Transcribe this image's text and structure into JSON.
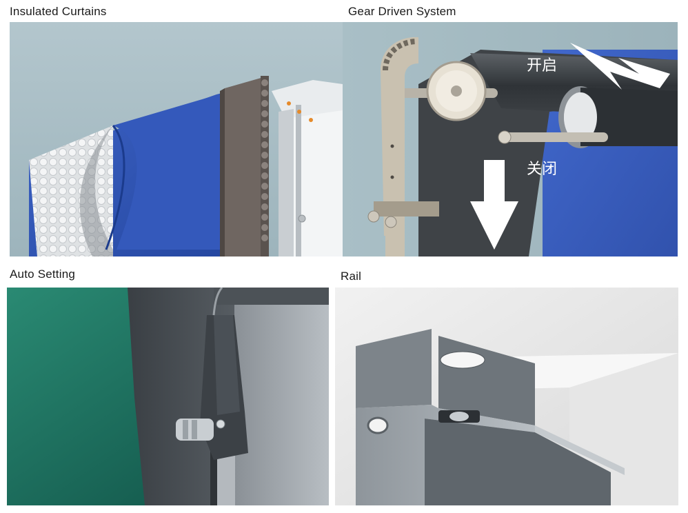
{
  "panels": [
    {
      "caption": "Insulated Curtains"
    },
    {
      "caption": "Gear Driven System",
      "labels": {
        "open": "开启",
        "close": "关闭"
      }
    },
    {
      "caption": "Auto Setting"
    },
    {
      "caption": "Rail"
    }
  ],
  "colors": {
    "curtain_blue": "#2f56b8",
    "frame_dark": "#4a4e52",
    "sky_grey": "#a7bcc4",
    "teal_wall": "#1f7a66"
  }
}
